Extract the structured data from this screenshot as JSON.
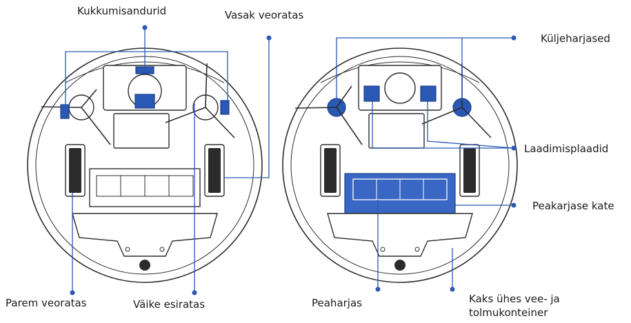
{
  "labels": {
    "kukkumisandurid": "Kukkumisandurid",
    "vasak_veoratas": "Vasak veoratas",
    "parem_veoratas": "Parem veoratas",
    "vaike_esiratas": "Väike esiratas",
    "kuljeharjased": "Küljeharjased",
    "laadimisplaadid": "Laadimisplaadid",
    "peakarjase_kate": "Peakarjase kate",
    "peaharjas": "Peaharjas",
    "konteiner_line1": "Kaks ühes vee- ja",
    "konteiner_line2": "tolmukonteiner"
  },
  "colors": {
    "accent": "#2a58b5",
    "outline": "#2b2b2b"
  }
}
